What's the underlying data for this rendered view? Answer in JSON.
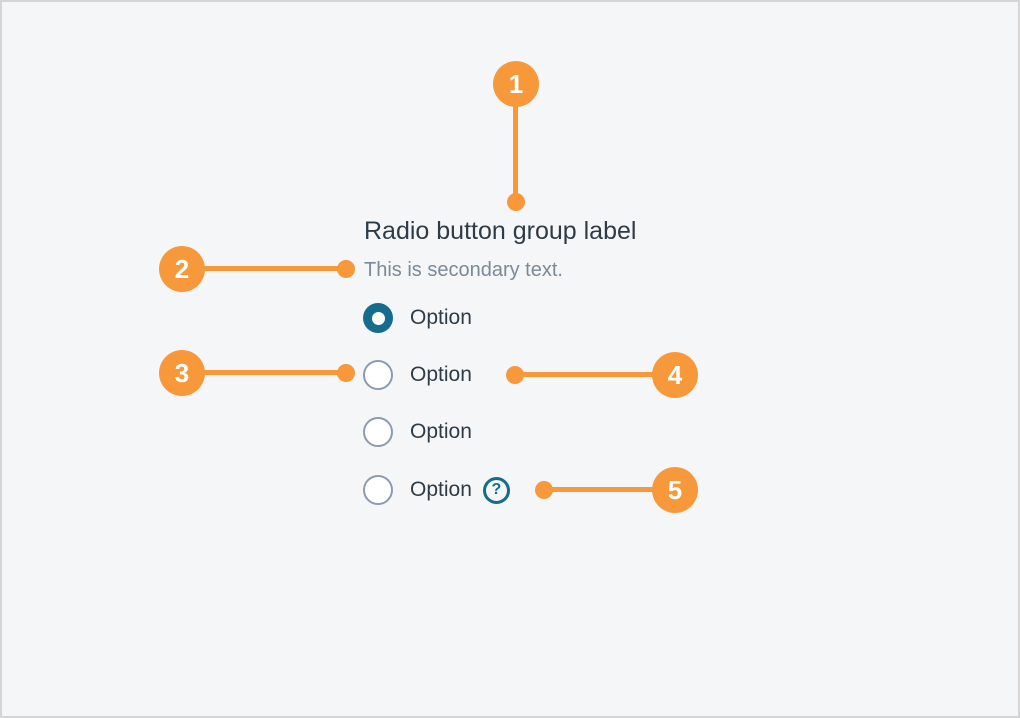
{
  "colors": {
    "canvas_bg": "#f5f6f8",
    "canvas_border": "#d5d5d5",
    "accent_orange": "#F7993B",
    "teal": "#156C8F",
    "radio_border": "#8C9BAF",
    "title_text": "#2E3C48",
    "secondary_text": "#7A8A98"
  },
  "component": {
    "group_label": "Radio button group label",
    "secondary_text": "This is secondary text.",
    "help_icon_glyph": "?",
    "options": [
      {
        "label": "Option",
        "selected": true,
        "has_help": false
      },
      {
        "label": "Option",
        "selected": false,
        "has_help": false
      },
      {
        "label": "Option",
        "selected": false,
        "has_help": false
      },
      {
        "label": "Option",
        "selected": false,
        "has_help": true
      }
    ]
  },
  "callouts": [
    {
      "number": "1",
      "target": "group-label"
    },
    {
      "number": "2",
      "target": "secondary-text"
    },
    {
      "number": "3",
      "target": "radio-input"
    },
    {
      "number": "4",
      "target": "option-label"
    },
    {
      "number": "5",
      "target": "help-icon"
    }
  ]
}
